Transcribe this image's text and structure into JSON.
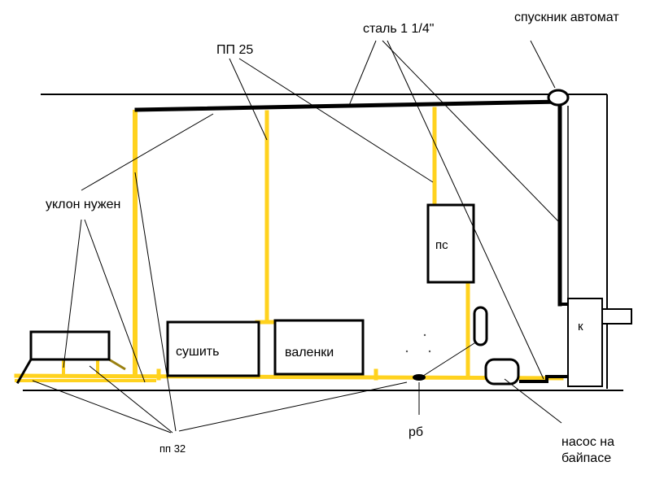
{
  "labels": {
    "steel_pipe": "сталь 1 1/4\"",
    "auto_vent": "спускник автомат",
    "pp25": "ПП 25",
    "slope_needed": "уклон нужен",
    "heater_dry": "сушить",
    "heater_boots": "валенки",
    "heater_ps": "пс",
    "boiler": "к",
    "pp32": "пп 32",
    "rb": "рб",
    "pump_bypass_line1": "насос на",
    "pump_bypass_line2": "байпасе"
  },
  "colors": {
    "pp_pipe": "#ffd21e",
    "steel_pipe": "#000000",
    "background": "#ffffff",
    "line": "#000000"
  }
}
